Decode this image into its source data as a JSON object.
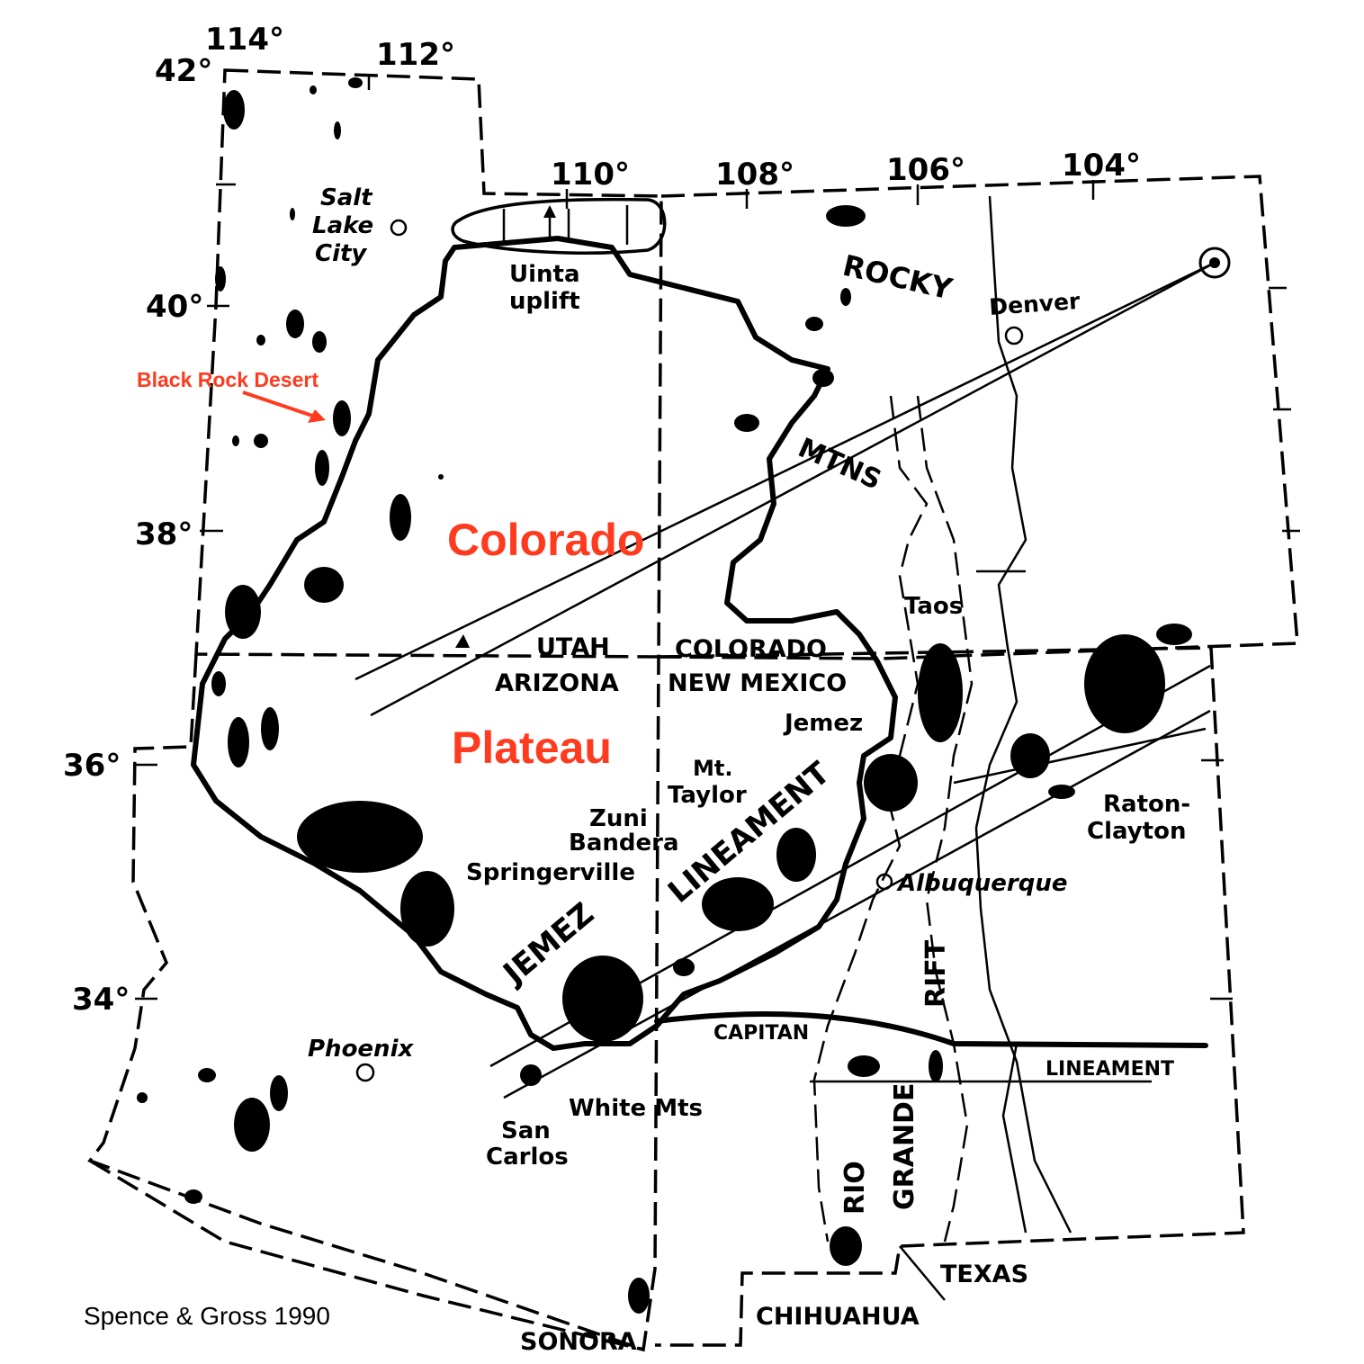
{
  "colors": {
    "highlight": "#ff3b1f",
    "ink": "#000000",
    "background": "#ffffff"
  },
  "latitudes": [
    "42°",
    "40°",
    "38°",
    "36°",
    "34°"
  ],
  "longitudes": [
    "114°",
    "112°",
    "110°",
    "108°",
    "106°",
    "104°"
  ],
  "cities": {
    "salt_lake": [
      "Salt",
      "Lake",
      "City"
    ],
    "denver": "Denver",
    "phoenix": "Phoenix",
    "albuquerque": "Albuquerque"
  },
  "states": {
    "utah": "UTAH",
    "colorado": "COLORADO",
    "arizona": "ARIZONA",
    "new_mexico": "NEW MEXICO",
    "texas": "TEXAS",
    "sonora": "SONORA",
    "chihuahua": "CHIHUAHUA"
  },
  "features": {
    "uinta": [
      "Uinta",
      "uplift"
    ],
    "rocky": "ROCKY",
    "mtns": "MTNS",
    "jemez_lineament_1": "JEMEZ",
    "jemez_lineament_2": "LINEAMENT",
    "capitan_1": "CAPITAN",
    "capitan_2": "LINEAMENT",
    "rio_grande_rift": [
      "RIO",
      "GRANDE",
      "RIFT"
    ]
  },
  "volcanic_fields": {
    "taos": "Taos",
    "jemez": "Jemez",
    "mt_taylor": [
      "Mt.",
      "Taylor"
    ],
    "zuni_bandera": [
      "Zuni",
      "Bandera"
    ],
    "springerville": "Springerville",
    "white_mts": "White Mts",
    "san_carlos": [
      "San",
      "Carlos"
    ],
    "raton_clayton": [
      "Raton-",
      "Clayton"
    ]
  },
  "highlight": {
    "black_rock": "Black Rock Desert",
    "plateau_1": "Colorado",
    "plateau_2": "Plateau"
  },
  "credit": "Spence & Gross 1990"
}
